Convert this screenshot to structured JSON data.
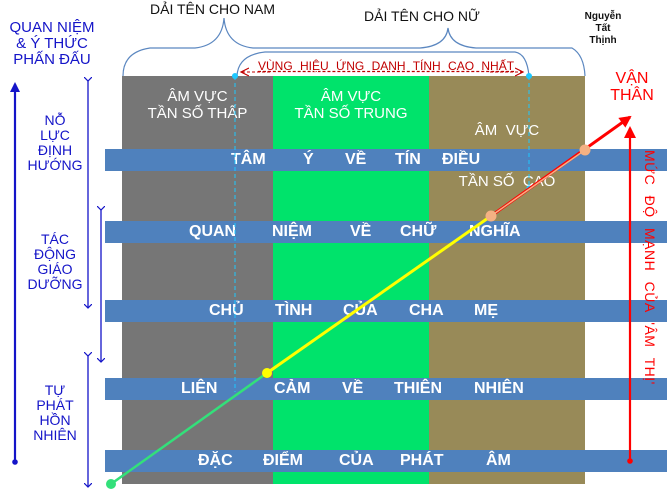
{
  "top": {
    "male_range": "DẢI TÊN CHO NAM",
    "female_range": "DẢI TÊN CHO NỮ",
    "author_lines": [
      "Nguyễn",
      "Tất",
      "Thịnh"
    ],
    "optimal_zone": "VÙNG HIỆU ỨNG DANH TÍNH CAO NHẤT"
  },
  "left": {
    "title_lines": [
      "QUAN NIỆM",
      "& Ý THỨC",
      "PHẤN ĐẤU"
    ],
    "stages": [
      {
        "lines": [
          "NỖ",
          "LỰC",
          "ĐỊNH",
          "HƯỚNG"
        ]
      },
      {
        "lines": [
          "TÁC",
          "ĐỘNG",
          "GIÁO",
          "DƯỠNG"
        ]
      },
      {
        "lines": [
          "TỰ",
          "PHÁT",
          "HỒN",
          "NHIÊN"
        ]
      }
    ]
  },
  "right": {
    "destiny_lines": [
      "VẬN",
      "THÂN"
    ],
    "axis_label": "MỨC ĐỘ MẠNH CỦA 'ÂM THỊ'"
  },
  "columns": [
    {
      "lines": [
        "ÂM VỰC",
        "TẦN SỐ THẤP"
      ],
      "color": "#767676"
    },
    {
      "lines": [
        "ÂM VỰC",
        "TẦN SỐ TRUNG"
      ],
      "color": "#00e36b"
    },
    {
      "lines": [
        "ÂM  VỰC",
        "TẦN SỐ  CAO"
      ],
      "color": "#988a58"
    }
  ],
  "bands": [
    {
      "words": [
        "TÂM",
        "Ý",
        "VỀ",
        "TÍN",
        "ĐIỀU"
      ]
    },
    {
      "words": [
        "QUAN",
        "NIỆM",
        "VỀ",
        "CHỮ",
        "NGHĨA"
      ]
    },
    {
      "words": [
        "CHỦ",
        "TÌNH",
        "CỦA",
        "CHA",
        "MẸ"
      ]
    },
    {
      "words": [
        "LIÊN",
        "CẢM",
        "VỀ",
        "THIÊN",
        "NHIÊN"
      ]
    },
    {
      "words": [
        "ĐẶC",
        "ĐIỂM",
        "CỦA",
        "PHÁT",
        "ÂM"
      ]
    }
  ],
  "colors": {
    "band": "#4f81bd",
    "blue_text": "#1414c8",
    "red": "#ff0000",
    "yellow": "#ffff00",
    "green_line": "#33e07a",
    "peach": "#f4b183",
    "cyan": "#1ec8ff"
  }
}
